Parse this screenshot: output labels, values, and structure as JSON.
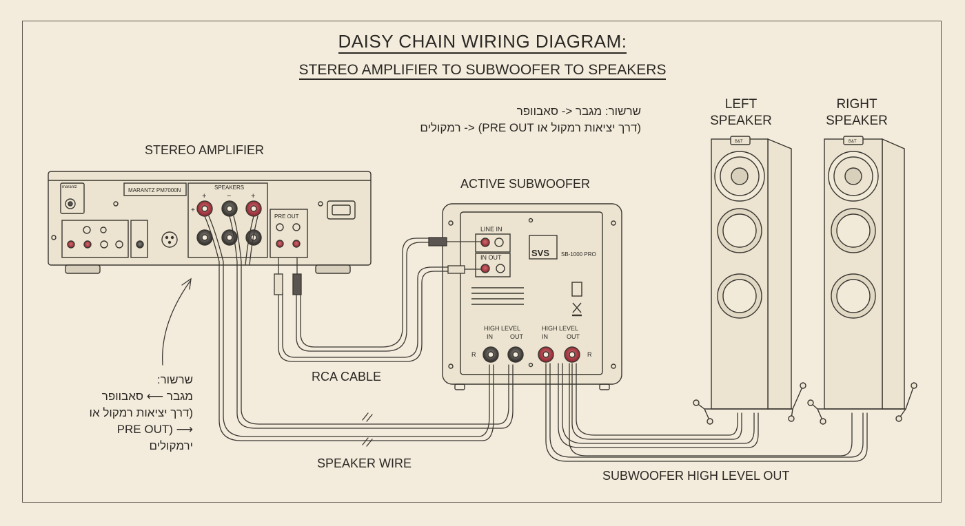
{
  "title": "DAISY CHAIN WIRING DIAGRAM:",
  "subtitle": "STEREO AMPLIFIER TO SUBWOOFER TO SPEAKERS",
  "hebrew_top": {
    "line1": "שרשור: מגבר <- סאבוופר",
    "line2": "(דרך יציאות רמקול או PRE OUT) <- רמקולים"
  },
  "hebrew_side": {
    "line1": "שרשור:",
    "line2": "מגבר ⟵ סאבוופר",
    "line3": "(דרך יציאות רמקול או",
    "line4": "⟶ (PRE OUT",
    "line5": "ירמקולים"
  },
  "amplifier": {
    "label": "STEREO AMPLIFIER",
    "model": "MARANTZ PM7000N",
    "badge": "marantz",
    "speakers_label": "SPEAKERS",
    "plus": "+",
    "minus": "−",
    "pre_out_label": "PRE OUT"
  },
  "subwoofer": {
    "label": "ACTIVE SUBWOOFER",
    "brand": "SVS",
    "model": "SB-1000 PRO",
    "line_in": "LINE IN",
    "in_out": "IN OUT",
    "high_level_left": "HIGH LEVEL",
    "in_left": "IN",
    "out_left": "OUT",
    "high_level_right": "HIGH LEVEL",
    "in_right": "IN",
    "out_right": "OUT",
    "r_left": "R",
    "r_right": "R"
  },
  "speakers": {
    "left_line1": "LEFT",
    "left_line2": "SPEAKER",
    "right_line1": "RIGHT",
    "right_line2": "SPEAKER",
    "brand_left": "B&T",
    "brand_right": "B&T"
  },
  "cables": {
    "rca": "RCA CABLE",
    "speaker_wire": "SPEAKER WIRE",
    "sub_high_level_out": "SUBWOOFER HIGH LEVEL OUT"
  },
  "colors": {
    "paper": "#f3ecdc",
    "ink": "#2b2824",
    "red_terminal": "#b0323a",
    "accent_red": "#a8303a"
  }
}
